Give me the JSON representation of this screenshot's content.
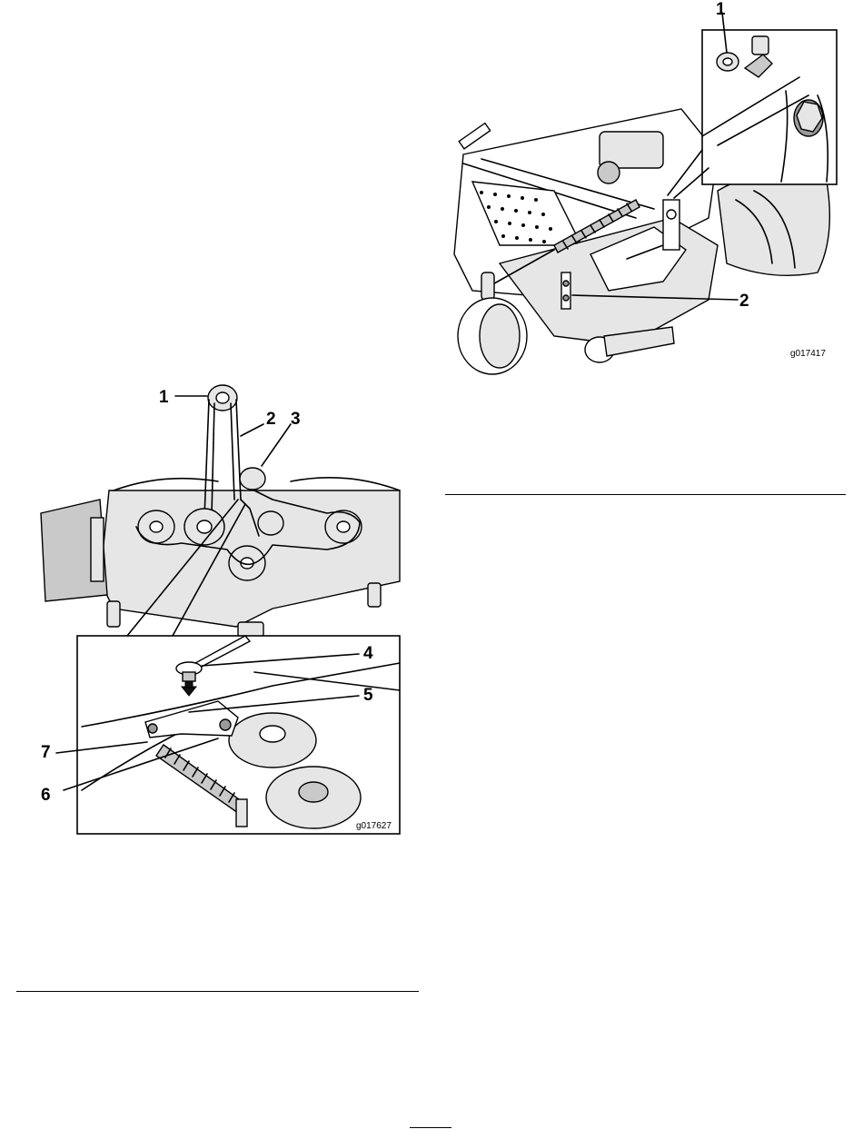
{
  "figure_left": {
    "callouts": [
      "1",
      "2",
      "3",
      "4",
      "5",
      "6",
      "7"
    ],
    "graphic_id": "g017627"
  },
  "figure_right": {
    "callouts": [
      "1",
      "2"
    ],
    "graphic_id": "g017417"
  }
}
